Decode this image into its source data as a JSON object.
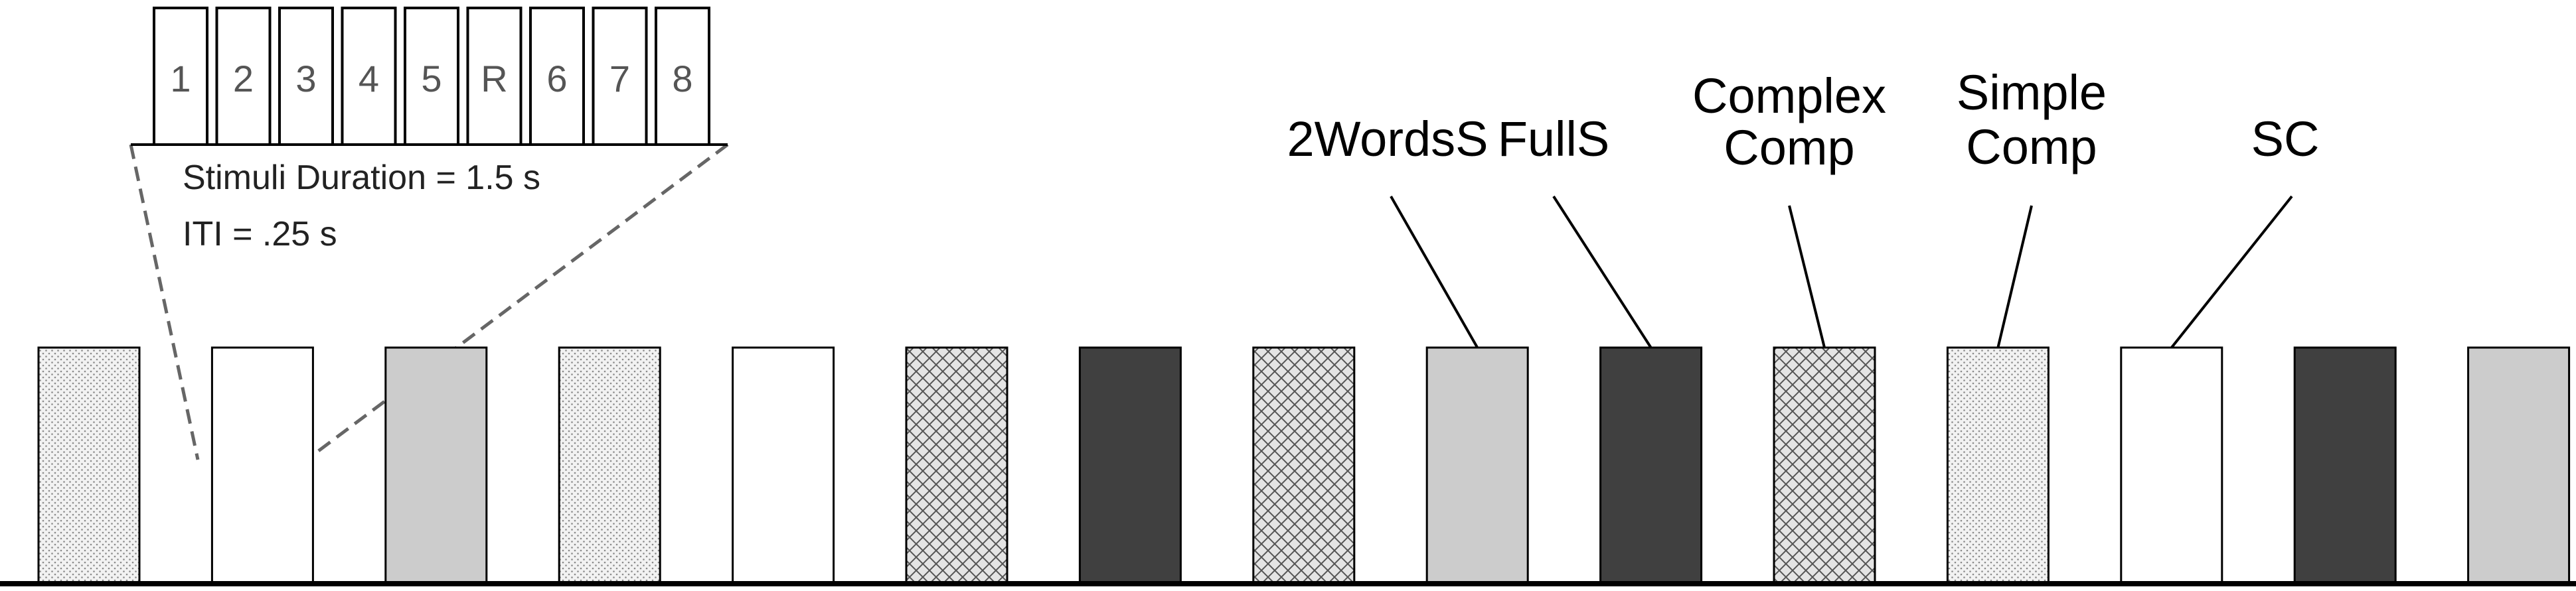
{
  "zoom_frames": [
    "1",
    "2",
    "3",
    "4",
    "5",
    "R",
    "6",
    "7",
    "8"
  ],
  "timing": {
    "stimuli_duration": "Stimuli Duration = 1.5 s",
    "iti": "ITI = .25 s"
  },
  "block_sequence": [
    "SC",
    "Rest",
    "2WordsS",
    "SC",
    "Rest",
    "ComplexComp",
    "FullS",
    "ComplexComp",
    "2WordsS",
    "FullS",
    "ComplexComp",
    "SimpleComp",
    "Rest",
    "FullS",
    "2WordsS"
  ],
  "condition_labels": [
    {
      "lines": [
        "2WordsS"
      ],
      "block": 8
    },
    {
      "lines": [
        "FullS"
      ],
      "block": 9
    },
    {
      "lines": [
        "Complex",
        "Comp"
      ],
      "block": 10
    },
    {
      "lines": [
        "Simple",
        "Comp"
      ],
      "block": 11
    },
    {
      "lines": [
        "SC"
      ],
      "block": 12
    }
  ],
  "condition_styles": {
    "SC": {
      "fill": "#f2f2f2",
      "pattern": "dots"
    },
    "SimpleComp": {
      "fill": "#f2f2f2",
      "pattern": "dots"
    },
    "Rest": {
      "fill": "#ffffff",
      "pattern": "none"
    },
    "2WordsS": {
      "fill": "#cccccc",
      "pattern": "none"
    },
    "ComplexComp": {
      "fill": "#e4e4e4",
      "pattern": "crosshatch"
    },
    "FullS": {
      "fill": "#404040",
      "pattern": "none"
    }
  }
}
